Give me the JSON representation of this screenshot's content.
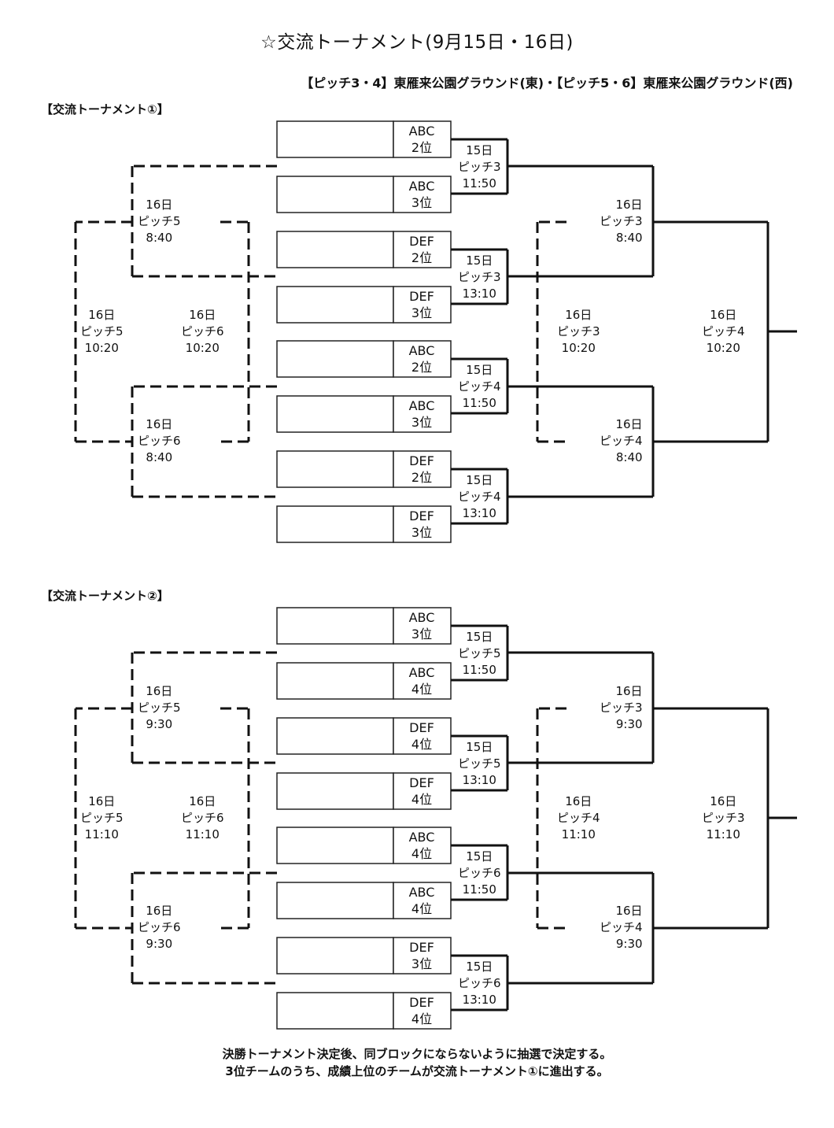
{
  "title": "☆交流トーナメント(9月15日・16日)",
  "venue_note": "【ピッチ3・4】東雁来公園グラウンド(東)・【ピッチ5・6】東雁来公園グラウンド(西)",
  "tournaments": [
    {
      "label": "【交流トーナメント①】",
      "slots": [
        {
          "group": "ABC",
          "rank": "2位",
          "team": ""
        },
        {
          "group": "ABC",
          "rank": "3位",
          "team": ""
        },
        {
          "group": "DEF",
          "rank": "2位",
          "team": ""
        },
        {
          "group": "DEF",
          "rank": "3位",
          "team": ""
        },
        {
          "group": "ABC",
          "rank": "2位",
          "team": ""
        },
        {
          "group": "ABC",
          "rank": "3位",
          "team": ""
        },
        {
          "group": "DEF",
          "rank": "2位",
          "team": ""
        },
        {
          "group": "DEF",
          "rank": "3位",
          "team": ""
        }
      ],
      "round1": [
        {
          "day": "15日",
          "pitch": "ピッチ3",
          "time": "11:50"
        },
        {
          "day": "15日",
          "pitch": "ピッチ3",
          "time": "13:10"
        },
        {
          "day": "15日",
          "pitch": "ピッチ4",
          "time": "11:50"
        },
        {
          "day": "15日",
          "pitch": "ピッチ4",
          "time": "13:10"
        }
      ],
      "semis": [
        {
          "day": "16日",
          "pitch": "ピッチ3",
          "time": "8:40"
        },
        {
          "day": "16日",
          "pitch": "ピッチ4",
          "time": "8:40"
        }
      ],
      "final": {
        "day": "16日",
        "pitch": "ピッチ4",
        "time": "10:20"
      },
      "third_place": {
        "day": "16日",
        "pitch": "ピッチ3",
        "time": "10:20"
      },
      "consolation_semis": [
        {
          "day": "16日",
          "pitch": "ピッチ5",
          "time": "8:40"
        },
        {
          "day": "16日",
          "pitch": "ピッチ6",
          "time": "8:40"
        }
      ],
      "consolation_final": {
        "day": "16日",
        "pitch": "ピッチ6",
        "time": "10:20"
      },
      "consolation_third": {
        "day": "16日",
        "pitch": "ピッチ5",
        "time": "10:20"
      }
    },
    {
      "label": "【交流トーナメント②】",
      "slots": [
        {
          "group": "ABC",
          "rank": "3位",
          "team": ""
        },
        {
          "group": "ABC",
          "rank": "4位",
          "team": ""
        },
        {
          "group": "DEF",
          "rank": "4位",
          "team": ""
        },
        {
          "group": "DEF",
          "rank": "4位",
          "team": ""
        },
        {
          "group": "ABC",
          "rank": "4位",
          "team": ""
        },
        {
          "group": "ABC",
          "rank": "4位",
          "team": ""
        },
        {
          "group": "DEF",
          "rank": "3位",
          "team": ""
        },
        {
          "group": "DEF",
          "rank": "4位",
          "team": ""
        }
      ],
      "round1": [
        {
          "day": "15日",
          "pitch": "ピッチ5",
          "time": "11:50"
        },
        {
          "day": "15日",
          "pitch": "ピッチ5",
          "time": "13:10"
        },
        {
          "day": "15日",
          "pitch": "ピッチ6",
          "time": "11:50"
        },
        {
          "day": "15日",
          "pitch": "ピッチ6",
          "time": "13:10"
        }
      ],
      "semis": [
        {
          "day": "16日",
          "pitch": "ピッチ3",
          "time": "9:30"
        },
        {
          "day": "16日",
          "pitch": "ピッチ4",
          "time": "9:30"
        }
      ],
      "final": {
        "day": "16日",
        "pitch": "ピッチ3",
        "time": "11:10"
      },
      "third_place": {
        "day": "16日",
        "pitch": "ピッチ4",
        "time": "11:10"
      },
      "consolation_semis": [
        {
          "day": "16日",
          "pitch": "ピッチ5",
          "time": "9:30"
        },
        {
          "day": "16日",
          "pitch": "ピッチ6",
          "time": "9:30"
        }
      ],
      "consolation_final": {
        "day": "16日",
        "pitch": "ピッチ6",
        "time": "11:10"
      },
      "consolation_third": {
        "day": "16日",
        "pitch": "ピッチ5",
        "time": "11:10"
      }
    }
  ],
  "footer": {
    "line1": "決勝トーナメント決定後、同ブロックにならないように抽選で決定する。",
    "line2": "3位チームのうち、成績上位のチームが交流トーナメント①に進出する。"
  }
}
